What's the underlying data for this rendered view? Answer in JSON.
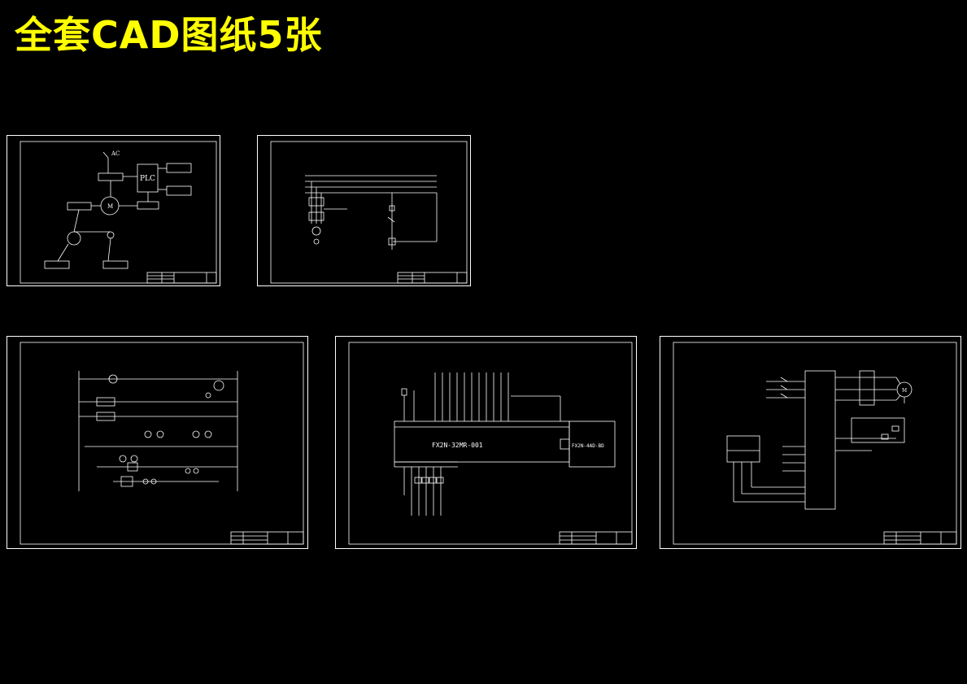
{
  "page": {
    "title": "全套CAD图纸5张",
    "accent_color": "#ffff00",
    "line_color": "#ffffff"
  },
  "sheets": [
    {
      "id": "sheet-1",
      "labels": {
        "ac": "AC",
        "plc": "PLC",
        "motor": "M"
      }
    },
    {
      "id": "sheet-2",
      "labels": {}
    },
    {
      "id": "sheet-3",
      "labels": {}
    },
    {
      "id": "sheet-4",
      "labels": {
        "plc_model": "FX2N-32MR-001",
        "module_model": "FX2N-4AD-BD"
      }
    },
    {
      "id": "sheet-5",
      "labels": {
        "motor": "M"
      }
    }
  ]
}
